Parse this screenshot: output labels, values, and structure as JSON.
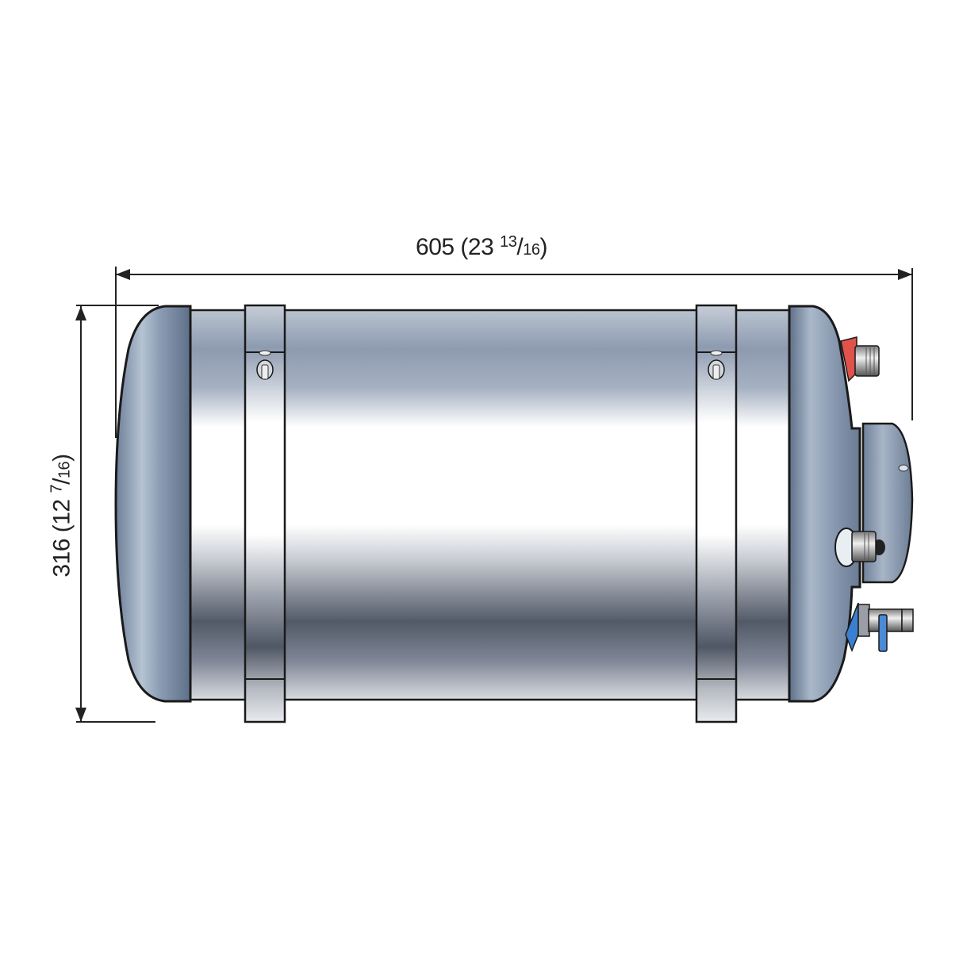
{
  "diagram": {
    "subject": "horizontal stainless steel water heater tank",
    "dimensions": {
      "length": {
        "mm": "605",
        "inch_whole": "23",
        "inch_frac_num": "13",
        "inch_frac_den": "16",
        "label": "605 (23 13/16)"
      },
      "height": {
        "mm": "316",
        "inch_whole": "12",
        "inch_frac_num": "7",
        "inch_frac_den": "16",
        "label": "316 (12 7/16)"
      }
    },
    "components": [
      {
        "name": "tank-body",
        "color": "#9aa6b8"
      },
      {
        "name": "left-end-cap",
        "color": "#7d8ea5"
      },
      {
        "name": "right-end-cap",
        "color": "#7d8ea5"
      },
      {
        "name": "mounting-strap-left"
      },
      {
        "name": "mounting-strap-right"
      },
      {
        "name": "hot-water-outlet",
        "color": "#e0524a"
      },
      {
        "name": "heat-exchanger-cover"
      },
      {
        "name": "cold-water-inlet-valve",
        "color": "#3a7fd0"
      }
    ],
    "colors": {
      "outline": "#1a1a1a",
      "dimension_line": "#222222",
      "hot_accent": "#e0524a",
      "cold_accent": "#3a7fd0"
    }
  }
}
